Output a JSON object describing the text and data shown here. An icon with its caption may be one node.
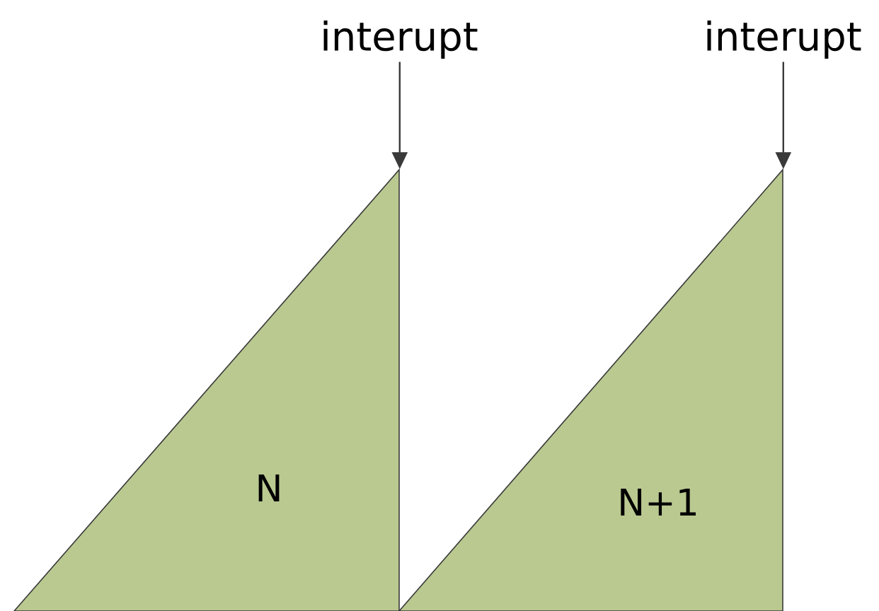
{
  "diagram": {
    "nodes": [
      {
        "text": [
          "N"
        ]
      },
      {
        "text": [
          "N+1"
        ]
      },
      {
        "text": [
          "interupt"
        ]
      },
      {
        "text": [
          "interupt"
        ]
      }
    ],
    "edges": [
      {
        "from": 2,
        "to": 0,
        "arrow": "to"
      },
      {
        "from": 3,
        "to": 1,
        "arrow": "to"
      }
    ]
  }
}
